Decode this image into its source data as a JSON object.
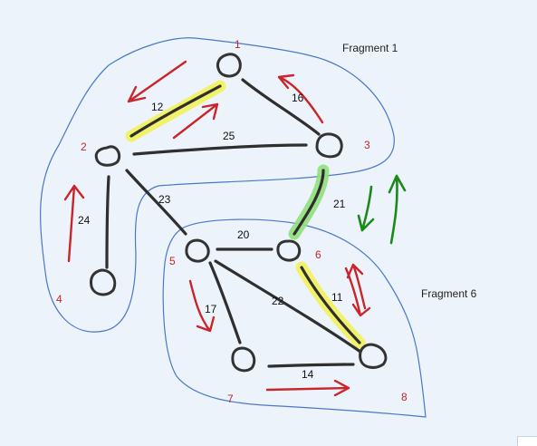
{
  "colors": {
    "background": "#edf3fa",
    "region_outline": "#4a78c9",
    "node_stroke": "#333333",
    "edge_stroke": "#2f2f2f",
    "node_label": "#c0282d",
    "red_arrow": "#c9252b",
    "green_arrow": "#1a8a1a",
    "highlight_yellow": "#f2f25a",
    "highlight_green": "#8fe07a"
  },
  "fragments": {
    "f1": {
      "label": "Fragment 1"
    },
    "f6": {
      "label": "Fragment 6"
    }
  },
  "nodes": {
    "n1": {
      "label": "1"
    },
    "n2": {
      "label": "2"
    },
    "n3": {
      "label": "3"
    },
    "n4": {
      "label": "4"
    },
    "n5": {
      "label": "5"
    },
    "n6": {
      "label": "6"
    },
    "n7": {
      "label": "7"
    },
    "n8": {
      "label": "8"
    }
  },
  "edges": {
    "e12": {
      "from": "2",
      "to": "1",
      "weight": "12",
      "highlight": "yellow"
    },
    "e16": {
      "from": "1",
      "to": "3",
      "weight": "16"
    },
    "e25": {
      "from": "2",
      "to": "3",
      "weight": "25"
    },
    "e23": {
      "from": "2",
      "to": "5",
      "weight": "23"
    },
    "e24": {
      "from": "2",
      "to": "4",
      "weight": "24"
    },
    "e21": {
      "from": "3",
      "to": "6",
      "weight": "21",
      "highlight": "green"
    },
    "e20": {
      "from": "5",
      "to": "6",
      "weight": "20"
    },
    "e17": {
      "from": "5",
      "to": "7",
      "weight": "17"
    },
    "e22": {
      "from": "5",
      "to": "8",
      "weight": "22"
    },
    "e11": {
      "from": "6",
      "to": "8",
      "weight": "11",
      "highlight": "yellow"
    },
    "e14": {
      "from": "7",
      "to": "8",
      "weight": "14"
    }
  }
}
